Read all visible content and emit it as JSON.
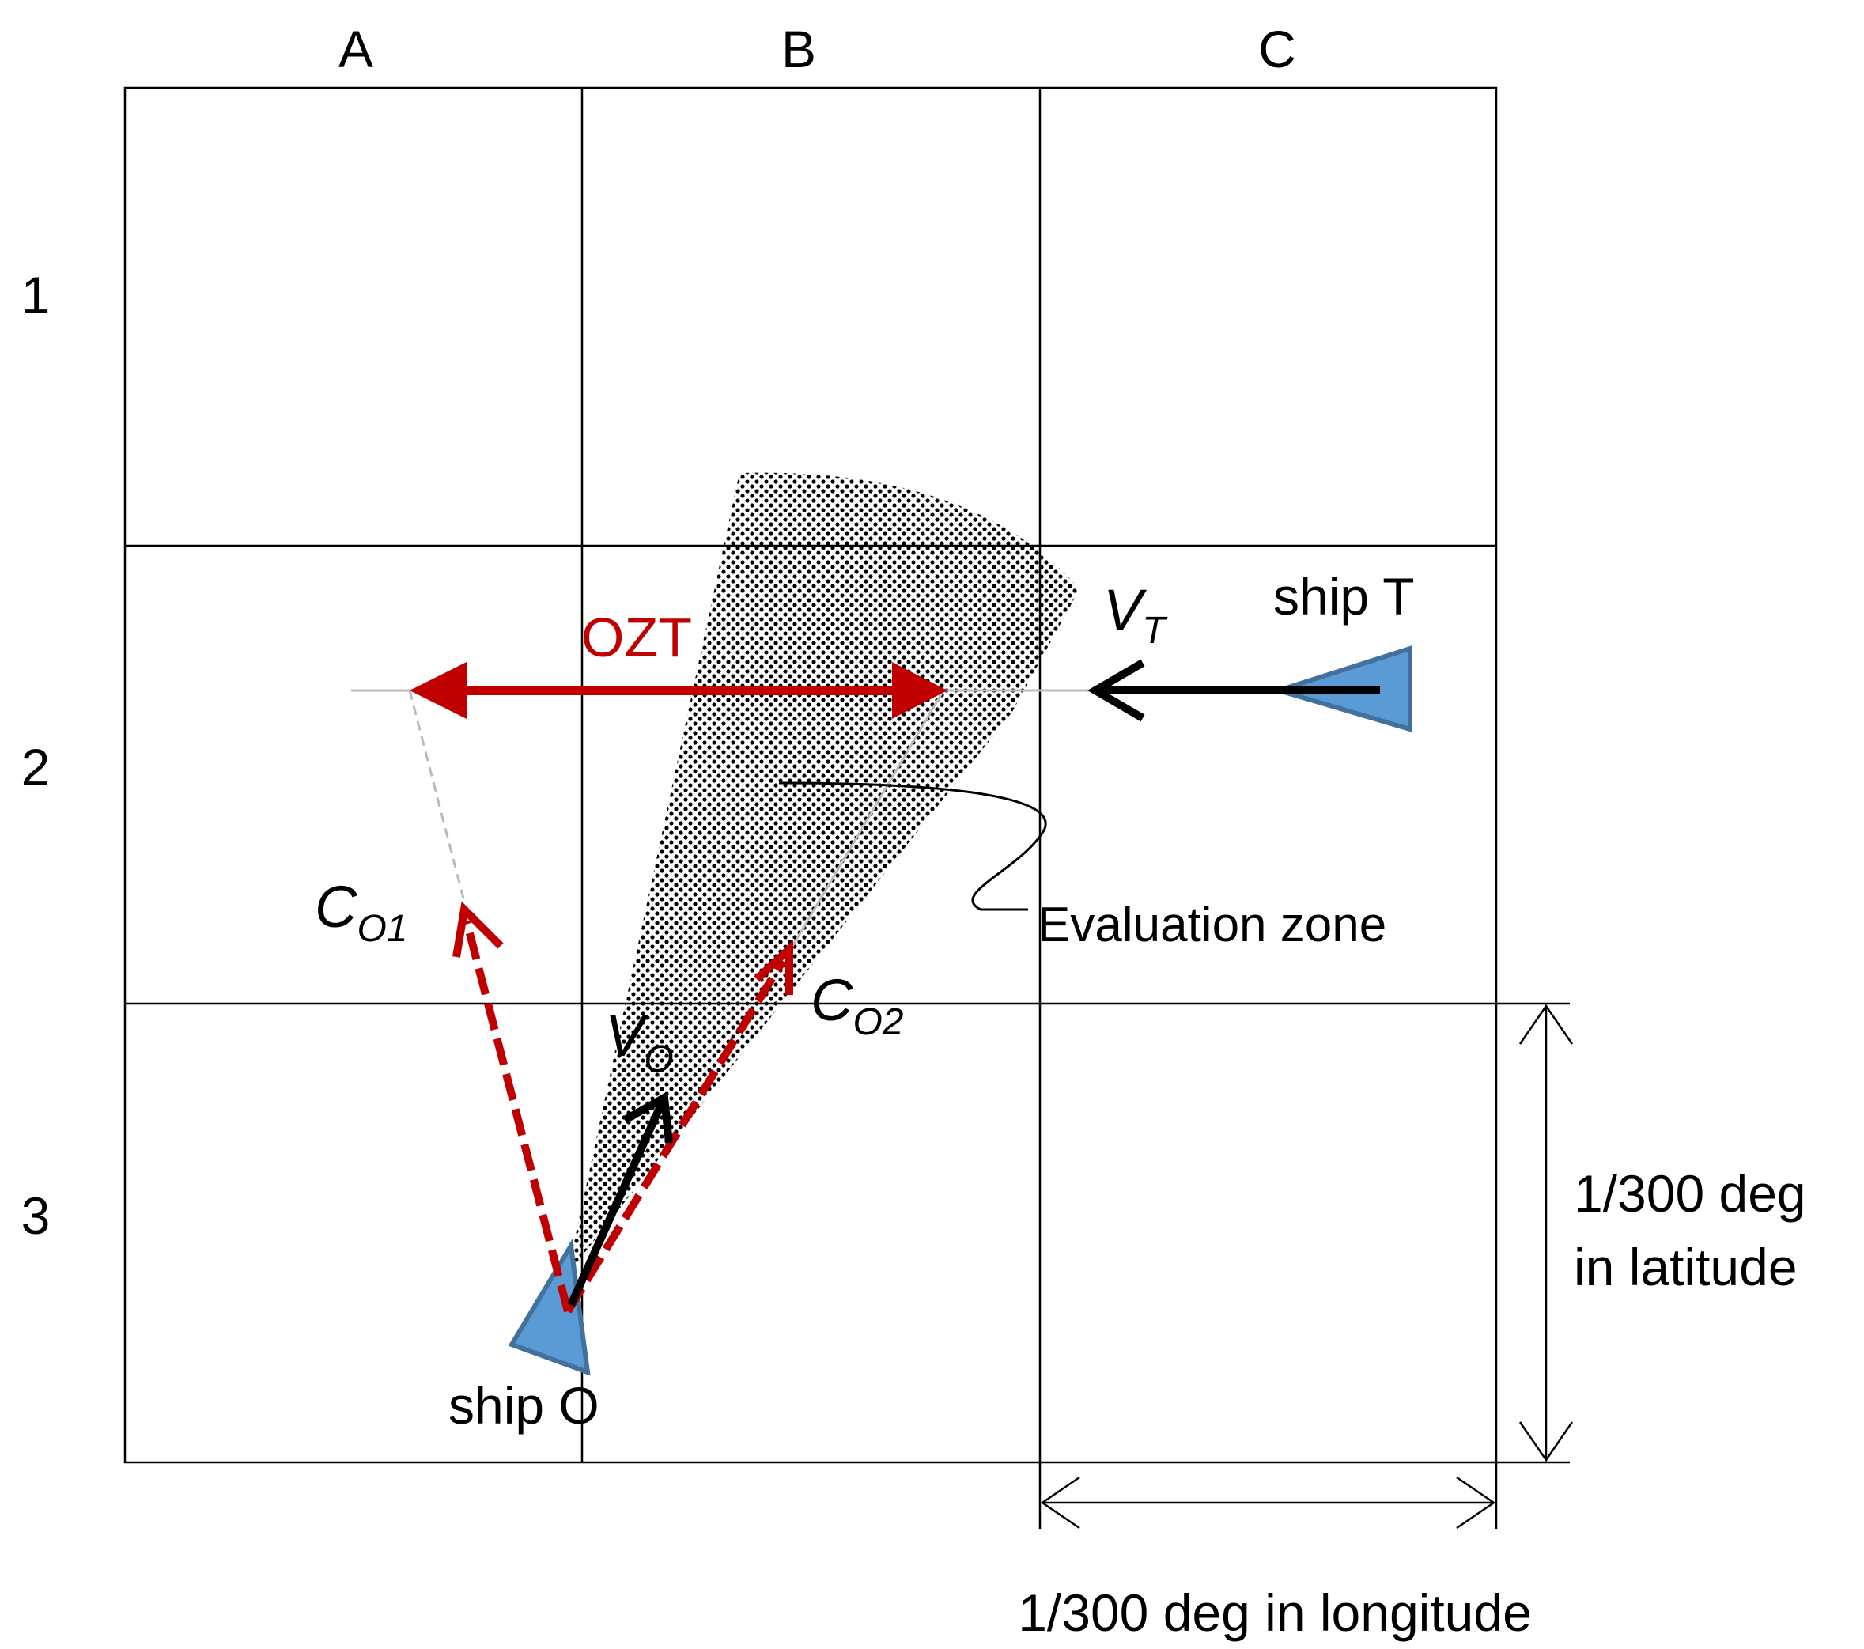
{
  "grid": {
    "columns": [
      "A",
      "B",
      "C"
    ],
    "rows": [
      "1",
      "2",
      "3"
    ]
  },
  "ships": {
    "target": {
      "label": "ship T",
      "color": "#5b9bd5",
      "outline": "#41719c"
    },
    "own": {
      "label": "ship O",
      "color": "#5b9bd5",
      "outline": "#41719c"
    }
  },
  "vectors": {
    "vt": {
      "letter": "V",
      "subscript": "T"
    },
    "vo": {
      "letter": "V",
      "subscript": "O"
    },
    "co1": {
      "letter": "C",
      "subscript": "O1"
    },
    "co2": {
      "letter": "C",
      "subscript": "O2"
    }
  },
  "ozt": {
    "label": "OZT",
    "color": "#c00000"
  },
  "evaluation_zone": {
    "label": "Evaluation zone"
  },
  "scale": {
    "latitude_line1": "1/300 deg",
    "latitude_line2": "in latitude",
    "longitude": "1/300 deg in longitude"
  }
}
